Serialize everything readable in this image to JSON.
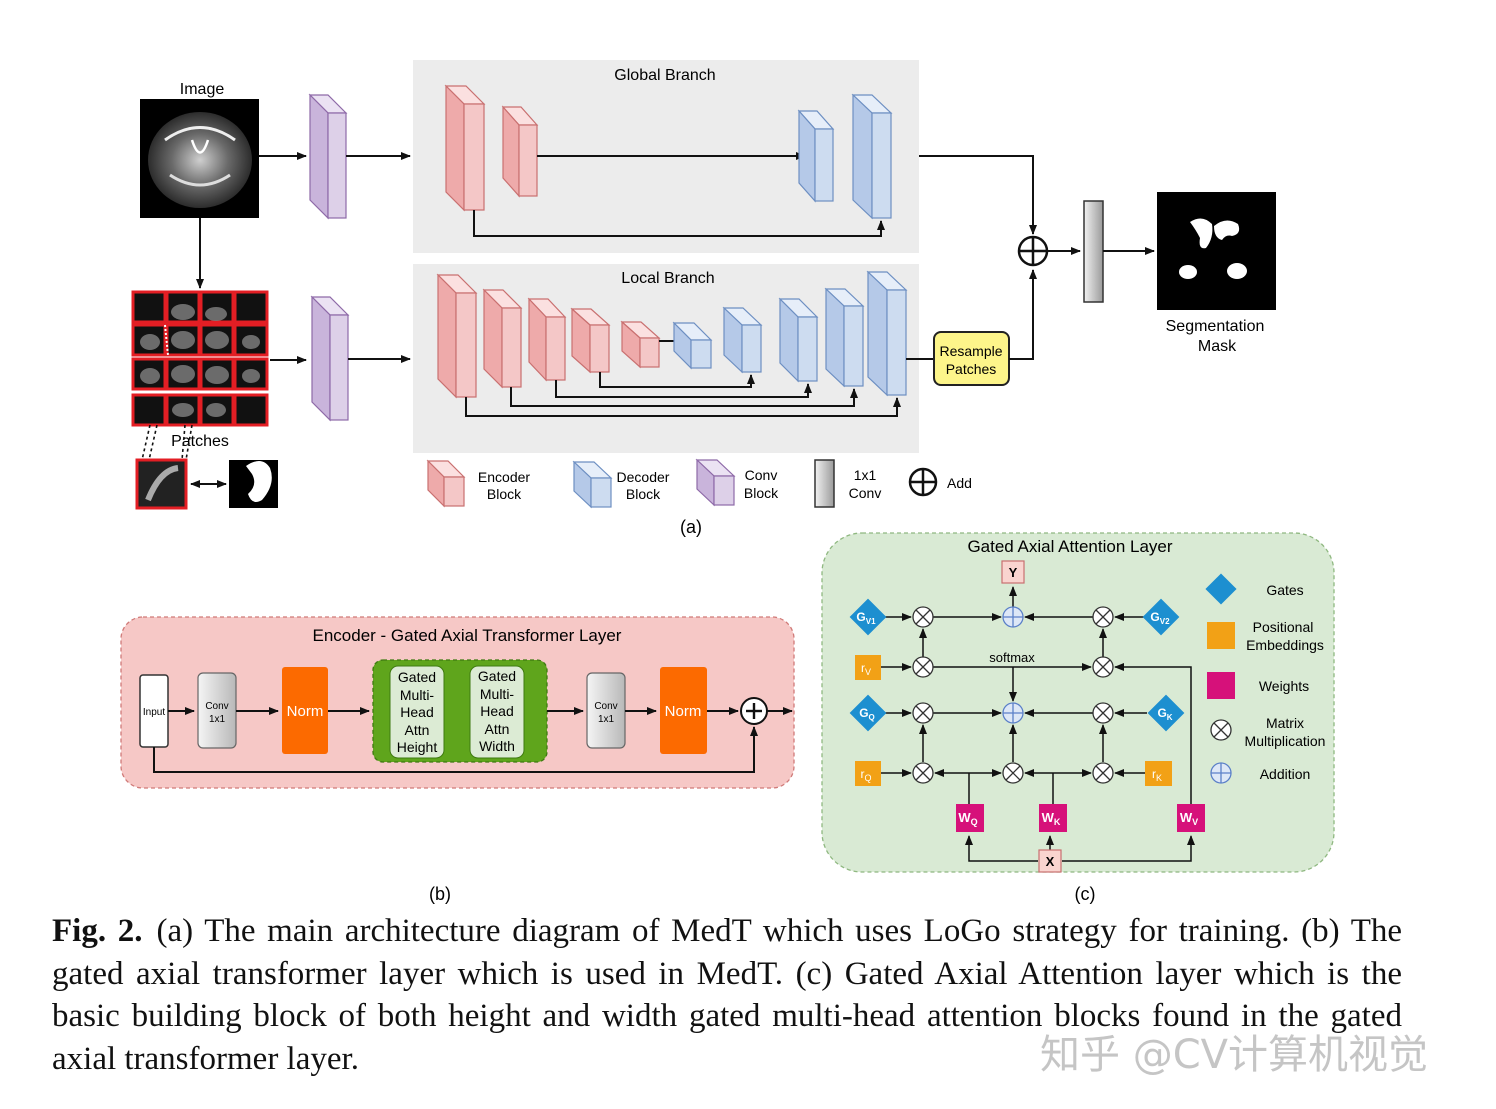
{
  "panel_a": {
    "image_label": "Image",
    "patches_label": "Patches",
    "global_branch_title": "Global Branch",
    "local_branch_title": "Local Branch",
    "resample_label_1": "Resample",
    "resample_label_2": "Patches",
    "seg_label_1": "Segmentation",
    "seg_label_2": "Mask",
    "legend": {
      "encoder_1": "Encoder",
      "encoder_2": "Block",
      "decoder_1": "Decoder",
      "decoder_2": "Block",
      "conv_1": "Conv",
      "conv_2": "Block",
      "conv1x1_1": "1x1",
      "conv1x1_2": "Conv",
      "add": "Add"
    },
    "sublabel": "(a)"
  },
  "panel_b": {
    "title": "Encoder - Gated Axial Transformer Layer",
    "input": "Input",
    "conv_1": "Conv",
    "conv_2": "1x1",
    "norm": "Norm",
    "attn_h": [
      "Gated",
      "Multi-",
      "Head",
      "Attn",
      "Height"
    ],
    "attn_w": [
      "Gated",
      "Multi-",
      "Head",
      "Attn",
      "Width"
    ],
    "sublabel": "(b)"
  },
  "panel_c": {
    "title": "Gated Axial Attention Layer",
    "y": "Y",
    "x": "X",
    "softmax": "softmax",
    "gates": {
      "gv1": "G",
      "gv1_sub": "V1",
      "gv2": "G",
      "gv2_sub": "V2",
      "gq": "G",
      "gq_sub": "Q",
      "gk": "G",
      "gk_sub": "K"
    },
    "pos": {
      "rv": "r",
      "rv_sub": "V",
      "rq": "r",
      "rq_sub": "Q",
      "rk": "r",
      "rk_sub": "K"
    },
    "weights": {
      "wq": "W",
      "wq_sub": "Q",
      "wk": "W",
      "wk_sub": "K",
      "wv": "W",
      "wv_sub": "V"
    },
    "legend": {
      "gates": "Gates",
      "pos_1": "Positional",
      "pos_2": "Embeddings",
      "weights": "Weights",
      "matmul_1": "Matrix",
      "matmul_2": "Multiplication",
      "addition": "Addition"
    },
    "sublabel": "(c)"
  },
  "colors": {
    "encoder": "#f4c7c7",
    "decoder": "#cddcf0",
    "conv": "#ddd0e8",
    "norm": "#fc6a00",
    "attn_green": "#5fa51c",
    "gate": "#1d8fd0",
    "pos": "#f2a116",
    "weight": "#d6117a",
    "resample": "#fdf58a"
  },
  "caption": {
    "label": "Fig. 2.",
    "text": "(a) The main architecture diagram of MedT which uses LoGo strategy for training. (b) The gated axial transformer layer which is used in MedT. (c) Gated Axial Attention layer which is the basic building block of both height and width gated multi-head attention blocks found in the gated axial transformer layer."
  },
  "watermark": "知乎 @CV计算机视觉"
}
